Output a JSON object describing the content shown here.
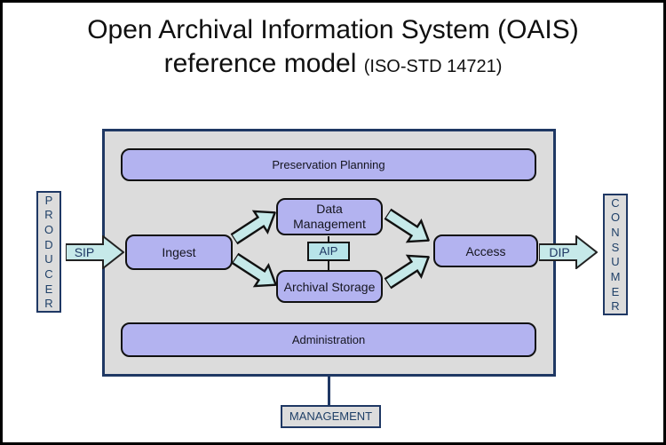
{
  "title": {
    "line1": "Open Archival Information System (OAIS)",
    "line2_main": "reference model ",
    "line2_small": "(ISO-STD 14721)"
  },
  "modules": {
    "preservation_planning": "Preservation Planning",
    "data_management_line1": "Data",
    "data_management_line2": "Management",
    "ingest": "Ingest",
    "aip": "AIP",
    "archival_storage": "Archival Storage",
    "access": "Access",
    "administration": "Administration"
  },
  "actors": {
    "producer": "PRODUCER",
    "consumer": "CONSUMER",
    "management": "MANAGEMENT"
  },
  "flows": {
    "sip": "SIP",
    "dip": "DIP"
  },
  "colors": {
    "module_fill": "#b3b3f0",
    "flow_fill": "#c6e9e9",
    "aip_fill": "#b7e4e9",
    "panel_fill": "#dcdcdc",
    "frame_border": "#1f3864",
    "actor_text": "#1f4068",
    "module_border": "#111111"
  }
}
